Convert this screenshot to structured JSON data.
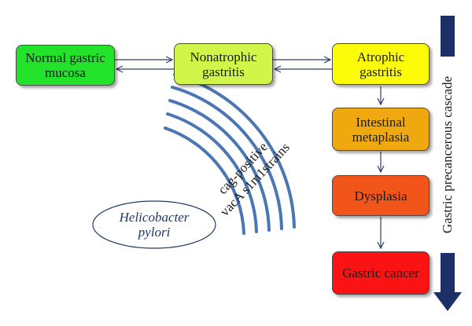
{
  "boxes": {
    "normal": {
      "line1": "Normal gastric",
      "line2": "mucosa",
      "color": "#22e32a"
    },
    "nonatrophic": {
      "line1": "Nonatrophic",
      "line2": "gastritis",
      "color": "#d2f54a"
    },
    "atrophic": {
      "line1": "Atrophic",
      "line2": "gastritis",
      "color": "#fcfc0a"
    },
    "intestinal": {
      "line1": "Intestinal",
      "line2": "metaplasia",
      "color": "#f0a80f"
    },
    "dysplasia": {
      "line1": "Dysplasia",
      "color": "#f2551a"
    },
    "cancer": {
      "line1": "Gastric cancer",
      "color": "#fb1212"
    }
  },
  "bacteria": {
    "line1": "Helicobacter",
    "line2": "pylori"
  },
  "strains": {
    "line1": "cag-positive",
    "line2": "vacA s1m1strains"
  },
  "cascade_label": "Gastric precancerous cascade",
  "colors": {
    "waves": "#4a77b4",
    "cascade_arrow": "#1c2f66",
    "arrows": "#2c3e6b"
  }
}
